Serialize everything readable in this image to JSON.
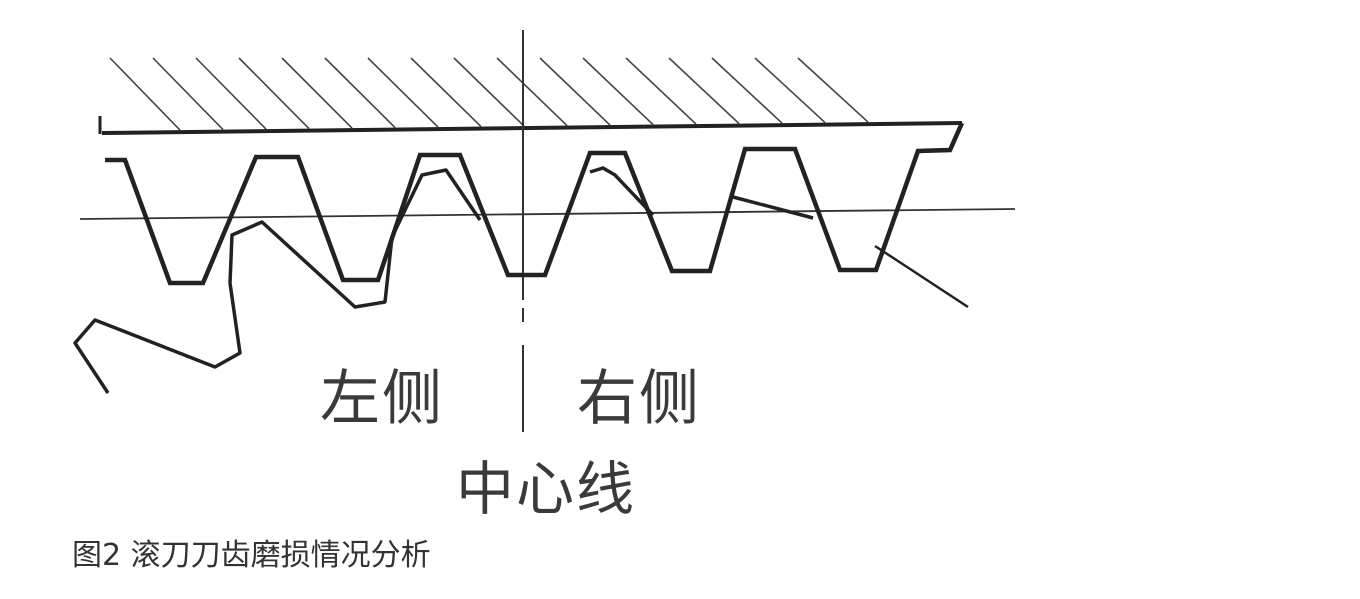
{
  "diagram": {
    "label_left": "左侧",
    "label_right": "右侧",
    "label_center": "中心线",
    "stroke_color": "#222222"
  },
  "caption": "图2 滚刀刀齿磨损情况分析"
}
